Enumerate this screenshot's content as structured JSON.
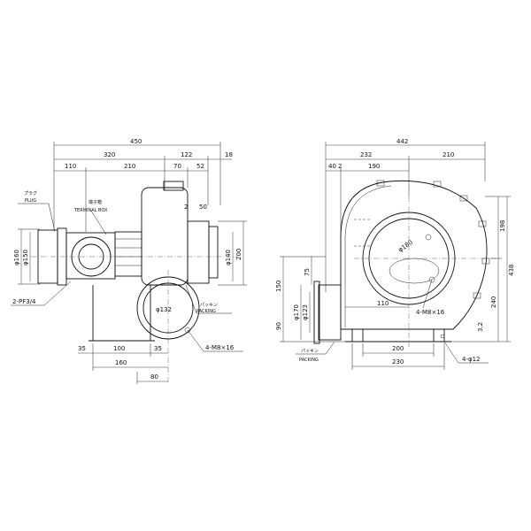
{
  "front_view": {
    "dims": {
      "overall_450": "450",
      "d_320": "320",
      "d_122": "122",
      "d_18": "18",
      "d_110": "110",
      "d_210": "210",
      "d_70": "70",
      "d_52": "52",
      "d_2": "2",
      "d_50": "50",
      "phi_160": "φ160",
      "phi_150": "φ150",
      "phi_140": "φ140",
      "d_200": "200",
      "phi_132": "φ132",
      "d_35": "35",
      "d_100": "100",
      "d_35b": "35",
      "d_160": "160",
      "d_80": "80"
    },
    "labels": {
      "plug_jp": "プラグ",
      "plug_en": "PLUG",
      "terminal_jp": "端子箱",
      "terminal_en": "TERMINAL BOX",
      "pf": "2-PF3/4",
      "packing_jp": "パッキン",
      "packing_en": "PACKING",
      "m8": "4-M8×16"
    }
  },
  "side_view": {
    "dims": {
      "overall_442": "442",
      "d_232": "232",
      "d_210": "210",
      "d_40": "40",
      "d_2": "2",
      "d_190": "190",
      "d_198": "198",
      "d_438": "438",
      "d_240": "240",
      "d_150": "150",
      "d_75": "75",
      "d_90": "90",
      "phi_170": "φ170",
      "phi_123": "φ123",
      "phi_180": "φ180",
      "d_110": "110",
      "d_3_2": "3.2",
      "d_200": "200",
      "d_230": "230",
      "phi_12": "4-φ12"
    },
    "labels": {
      "m8": "4-M8×16",
      "packing_jp": "パッキン",
      "packing_en": "PACKING"
    }
  }
}
